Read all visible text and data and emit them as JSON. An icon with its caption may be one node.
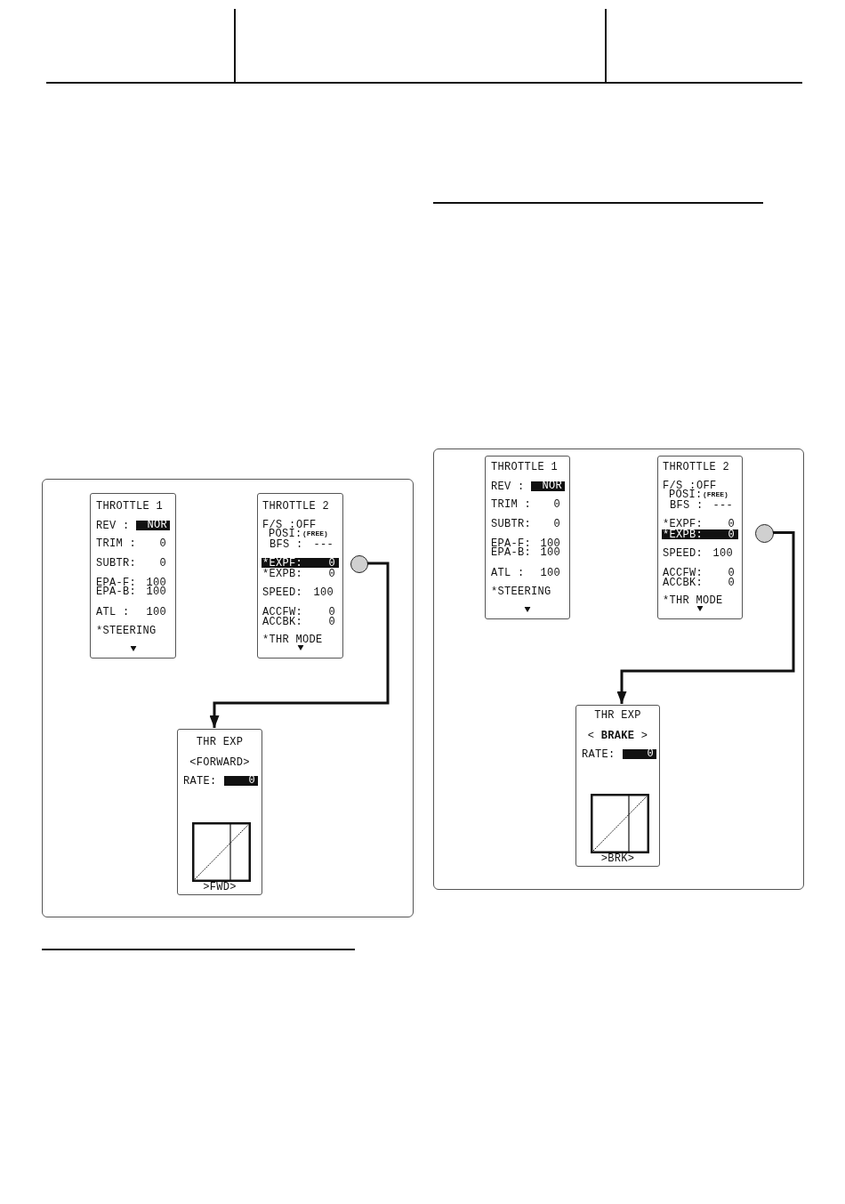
{
  "diagram": {
    "nodes": [
      {
        "text": [],
        "shape": "box"
      },
      {
        "text": [
          "THROTTLE 1",
          "REV :",
          "NOR",
          "TRIM :",
          "0",
          "SUBTR:",
          "0",
          "EPA-F:",
          "100",
          "EPA-B:",
          "100",
          "ATL :",
          "100",
          "*STEERING"
        ],
        "in": 0
      },
      {
        "text": [
          "THROTTLE 2",
          "F/S :",
          "OFF",
          "POSI:",
          "(FREE)",
          "BFS :",
          "---",
          "*EXPF:",
          "0",
          "*EXPB:",
          "0",
          "SPEED:",
          "100",
          "ACCFW:",
          "0",
          "ACCBK:",
          "0",
          "*THR MODE"
        ],
        "in": 0
      },
      {
        "text": [],
        "shape": "circle",
        "in": 0
      },
      {
        "text": [
          "THR EXP",
          "<FORWARD>",
          "RATE:",
          "0",
          ">FWD>"
        ],
        "in": 0
      },
      {
        "text": [],
        "shape": "box"
      },
      {
        "text": [
          "THROTTLE 1",
          "REV :",
          "NOR",
          "TRIM :",
          "0",
          "SUBTR:",
          "0",
          "EPA-F:",
          "100",
          "EPA-B:",
          "100",
          "ATL :",
          "100",
          "*STEERING"
        ],
        "in": 5
      },
      {
        "text": [
          "THROTTLE 2",
          "F/S :",
          "OFF",
          "POSI:",
          "(FREE)",
          "BFS :",
          "---",
          "*EXPF:",
          "0",
          "*EXPB:",
          "0",
          "SPEED:",
          "100",
          "ACCFW:",
          "0",
          "ACCBK:",
          "0",
          "*THR MODE"
        ],
        "in": 5
      },
      {
        "text": [],
        "shape": "circle",
        "in": 5
      },
      {
        "text": [
          "THR EXP",
          "< **BRAKE** >",
          "RATE:",
          "0",
          ">BRK>"
        ],
        "in": 5
      }
    ],
    "edges": [
      {
        "from": 3,
        "to": 4,
        "arrow": "to"
      },
      {
        "from": 8,
        "to": 9,
        "arrow": "to"
      }
    ]
  }
}
